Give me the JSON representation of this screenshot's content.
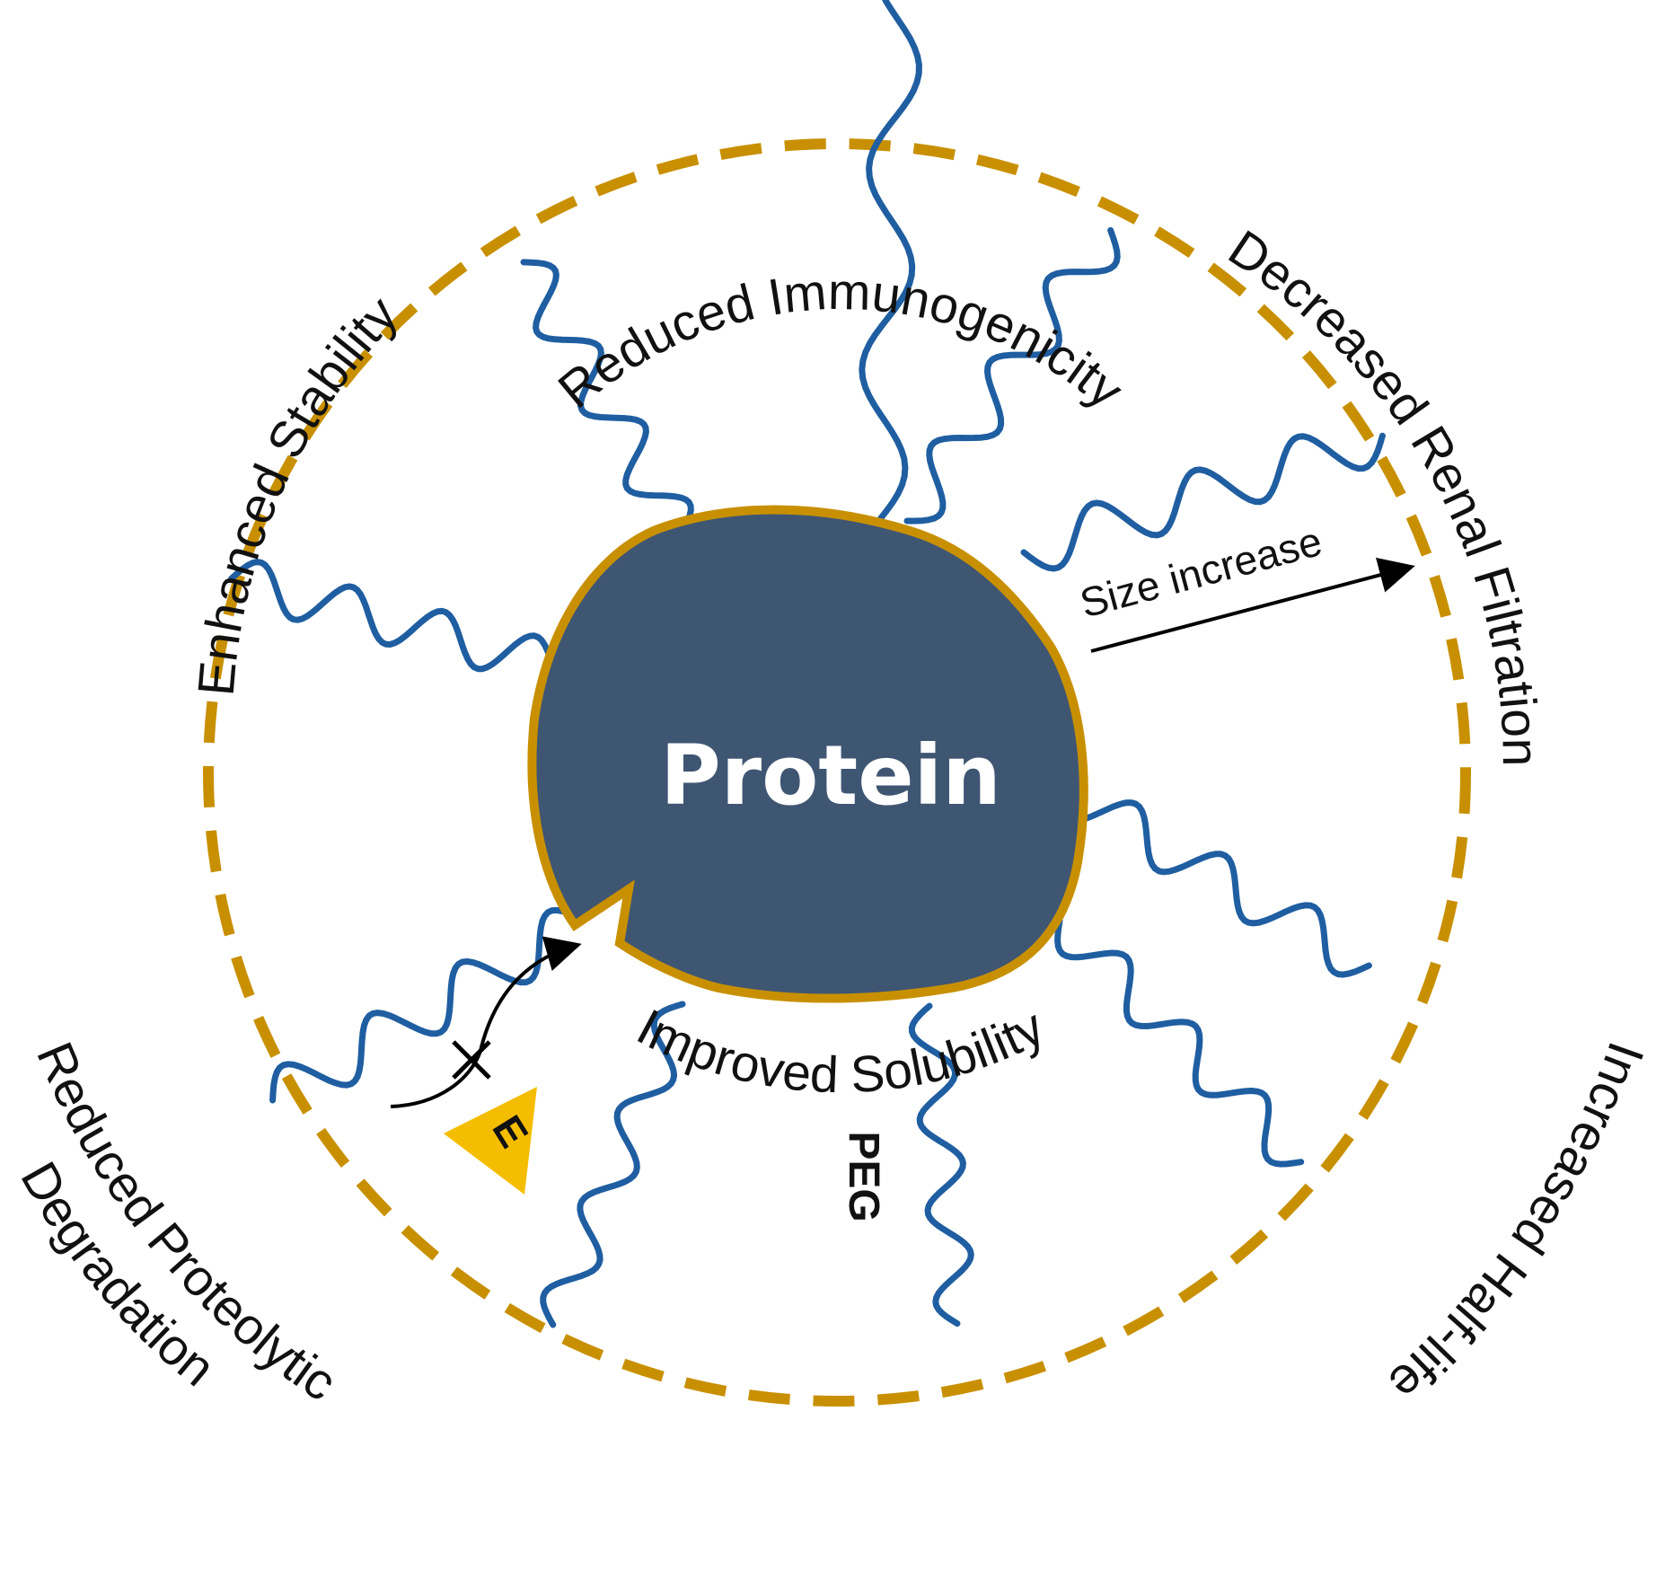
{
  "protein": {
    "label": "Protein",
    "fill_color": "#3f5673",
    "border_color": "#c89000"
  },
  "boundary": {
    "color": "#c89000",
    "style": "dashed"
  },
  "peg": {
    "label": "PEG",
    "chain_color": "#1f5ea1"
  },
  "size_arrow": {
    "label": "Size increase"
  },
  "enzyme": {
    "label": "E",
    "color": "#f5bd00",
    "blocked_mark": "x"
  },
  "benefits": {
    "top": "Reduced Immunogenicity",
    "upper_left": "Enhanced Stability",
    "upper_right": "Decreased Renal Filtration",
    "lower_left_line1": "Reduced Proteolytic",
    "lower_left_line2": "Degradation",
    "lower_right": "Increased Half-life",
    "bottom": "Improved Solubility"
  }
}
